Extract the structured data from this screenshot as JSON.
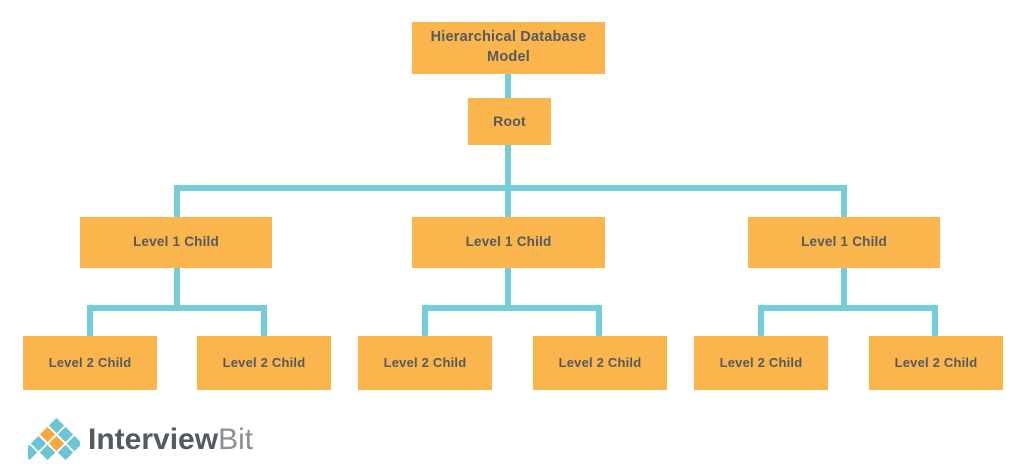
{
  "diagram": {
    "title_node": {
      "label": "Hierarchical Database Model"
    },
    "root_node": {
      "label": "Root"
    },
    "level1": [
      {
        "label": "Level 1 Child"
      },
      {
        "label": "Level 1 Child"
      },
      {
        "label": "Level 1 Child"
      }
    ],
    "level2": [
      {
        "label": "Level 2 Child"
      },
      {
        "label": "Level 2 Child"
      },
      {
        "label": "Level 2 Child"
      },
      {
        "label": "Level 2 Child"
      },
      {
        "label": "Level 2 Child"
      },
      {
        "label": "Level 2 Child"
      }
    ],
    "colors": {
      "node_fill": "#FAB54C",
      "connector": "#74CCD6",
      "text": "#555a5e",
      "background": "#FFFFFF"
    }
  },
  "branding": {
    "logo_name_strong": "Interview",
    "logo_name_light": "Bit",
    "logo_mark_colors": {
      "teal": "#6CC5D2",
      "orange": "#F6A93B"
    }
  }
}
